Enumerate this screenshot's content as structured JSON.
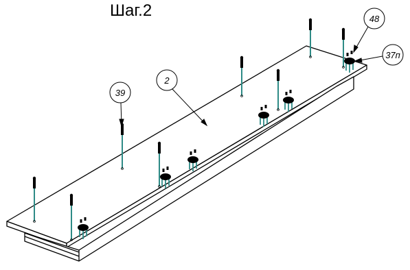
{
  "title": "Шаг.2",
  "callouts": [
    {
      "id": "part-2",
      "label": "2"
    },
    {
      "id": "part-39",
      "label": "39"
    },
    {
      "id": "part-48",
      "label": "48"
    },
    {
      "id": "part-37p",
      "label": "37п"
    }
  ],
  "colors": {
    "line": "#000000",
    "pin": "#2e8b86",
    "background": "#ffffff"
  },
  "icons": [
    "long-screw-icon",
    "short-pin-cluster-icon"
  ]
}
